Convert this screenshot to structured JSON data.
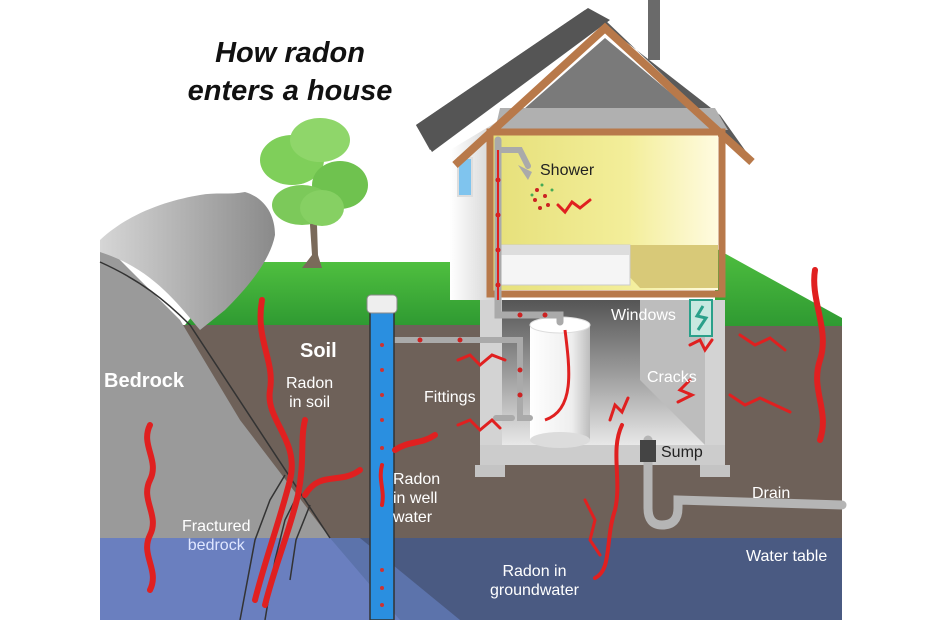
{
  "title": "How radon enters a house",
  "title_lines": [
    "How radon",
    "enters a house"
  ],
  "labels": {
    "bedrock": "Bedrock",
    "soil": "Soil",
    "radon_in_soil": [
      "Radon",
      "in soil"
    ],
    "fractured_bedrock": [
      "Fractured",
      "bedrock"
    ],
    "radon_in_well_water": [
      "Radon",
      "in well",
      "water"
    ],
    "fittings": "Fittings",
    "shower": "Shower",
    "windows": "Windows",
    "cracks": "Cracks",
    "sump": "Sump",
    "drain": "Drain",
    "water_table": "Water table",
    "radon_in_groundwater": [
      "Radon in",
      "groundwater"
    ]
  },
  "colors": {
    "radon_arrow": "#e02020",
    "soil": "#6e6159",
    "bedrock": "#9a9a9a",
    "grass": "#3aa63a",
    "groundwater": "#5c73ab",
    "well_water": "#2a8fe0",
    "house_trim": "#b8794a",
    "roof": "#5a5a5a",
    "room": "#f3ee9a"
  }
}
